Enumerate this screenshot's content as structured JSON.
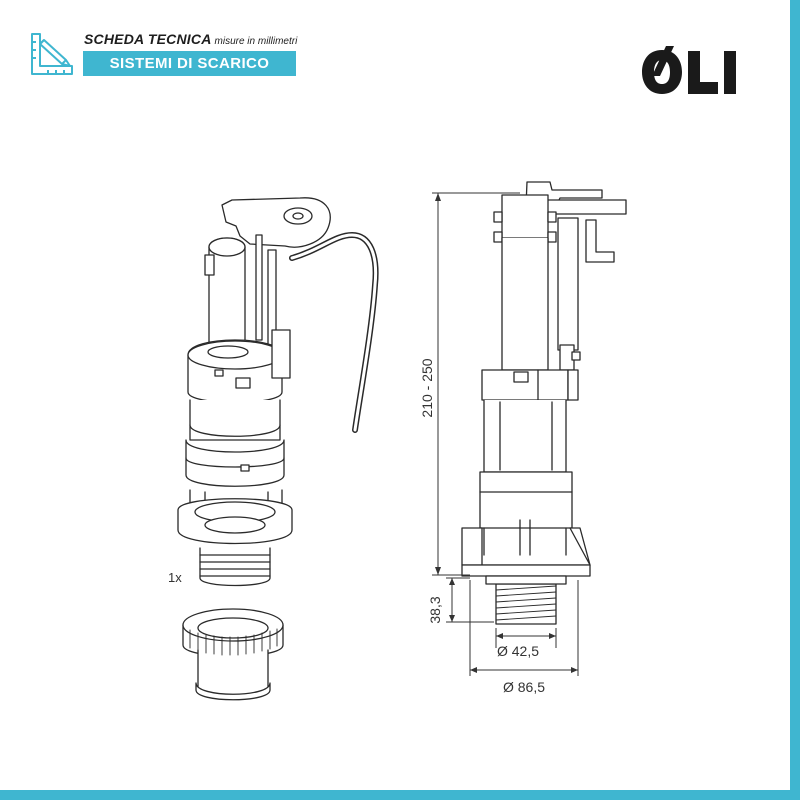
{
  "header": {
    "title": "SCHEDA TECNICA",
    "subtitle": "misure in millimetri",
    "badge": "SISTEMI DI SCARICO",
    "icon": "ruler-pencil-icon"
  },
  "brand": {
    "logo_text": "OLI",
    "color": "#1a1a1a"
  },
  "accent_color": "#3fb6d0",
  "drawing": {
    "quantity_label": "1x",
    "height_label": "210 - 250",
    "thread_height_label": "38,3",
    "inner_diameter_label": "Ø 42,5",
    "outer_diameter_label": "Ø 86,5"
  }
}
